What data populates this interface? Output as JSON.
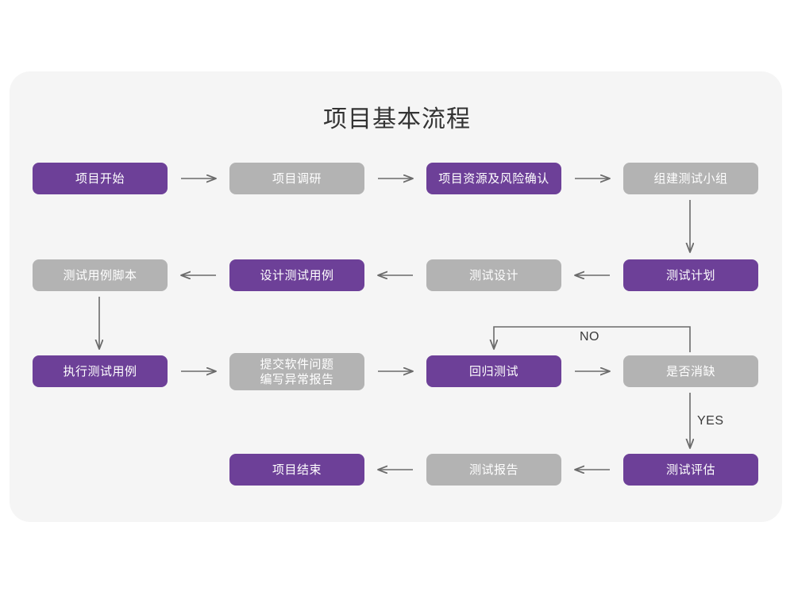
{
  "title": "项目基本流程",
  "colors": {
    "page_background": "#ffffff",
    "card_background": "#f5f5f5",
    "node_purple": "#6d4098",
    "node_gray": "#b3b3b3",
    "node_text": "#ffffff",
    "title_text": "#333333",
    "connector": "#6b6b6b"
  },
  "chart_data": {
    "type": "diagram",
    "title": "项目基本流程",
    "nodes": [
      {
        "id": "n1",
        "label": "项目开始",
        "style": "purple",
        "row": 1,
        "col": 1
      },
      {
        "id": "n2",
        "label": "项目调研",
        "style": "gray",
        "row": 1,
        "col": 2
      },
      {
        "id": "n3",
        "label": "项目资源及风险确认",
        "style": "purple",
        "row": 1,
        "col": 3
      },
      {
        "id": "n4",
        "label": "组建测试小组",
        "style": "gray",
        "row": 1,
        "col": 4
      },
      {
        "id": "n5",
        "label": "测试用例脚本",
        "style": "gray",
        "row": 2,
        "col": 1
      },
      {
        "id": "n6",
        "label": "设计测试用例",
        "style": "purple",
        "row": 2,
        "col": 2
      },
      {
        "id": "n7",
        "label": "测试设计",
        "style": "gray",
        "row": 2,
        "col": 3
      },
      {
        "id": "n8",
        "label": "测试计划",
        "style": "purple",
        "row": 2,
        "col": 4
      },
      {
        "id": "n9",
        "label": "执行测试用例",
        "style": "purple",
        "row": 3,
        "col": 1
      },
      {
        "id": "n10",
        "label": "提交软件问题\n编写异常报告",
        "style": "gray",
        "row": 3,
        "col": 2
      },
      {
        "id": "n11",
        "label": "回归测试",
        "style": "purple",
        "row": 3,
        "col": 3
      },
      {
        "id": "n12",
        "label": "是否消缺",
        "style": "gray",
        "row": 3,
        "col": 4
      },
      {
        "id": "n13",
        "label": "项目结束",
        "style": "purple",
        "row": 4,
        "col": 2
      },
      {
        "id": "n14",
        "label": "测试报告",
        "style": "gray",
        "row": 4,
        "col": 3
      },
      {
        "id": "n15",
        "label": "测试评估",
        "style": "purple",
        "row": 4,
        "col": 4
      }
    ],
    "edges": [
      {
        "from": "n1",
        "to": "n2",
        "label": "",
        "direction": "right"
      },
      {
        "from": "n2",
        "to": "n3",
        "label": "",
        "direction": "right"
      },
      {
        "from": "n3",
        "to": "n4",
        "label": "",
        "direction": "right"
      },
      {
        "from": "n4",
        "to": "n8",
        "label": "",
        "direction": "down"
      },
      {
        "from": "n8",
        "to": "n7",
        "label": "",
        "direction": "left"
      },
      {
        "from": "n7",
        "to": "n6",
        "label": "",
        "direction": "left"
      },
      {
        "from": "n6",
        "to": "n5",
        "label": "",
        "direction": "left"
      },
      {
        "from": "n5",
        "to": "n9",
        "label": "",
        "direction": "down"
      },
      {
        "from": "n9",
        "to": "n10",
        "label": "",
        "direction": "right"
      },
      {
        "from": "n10",
        "to": "n11",
        "label": "",
        "direction": "right"
      },
      {
        "from": "n11",
        "to": "n12",
        "label": "",
        "direction": "right"
      },
      {
        "from": "n12",
        "to": "n11",
        "label": "NO",
        "direction": "loop-up-left"
      },
      {
        "from": "n12",
        "to": "n15",
        "label": "YES",
        "direction": "down"
      },
      {
        "from": "n15",
        "to": "n14",
        "label": "",
        "direction": "left"
      },
      {
        "from": "n14",
        "to": "n13",
        "label": "",
        "direction": "left"
      }
    ],
    "edge_labels": {
      "no": "NO",
      "yes": "YES"
    }
  }
}
